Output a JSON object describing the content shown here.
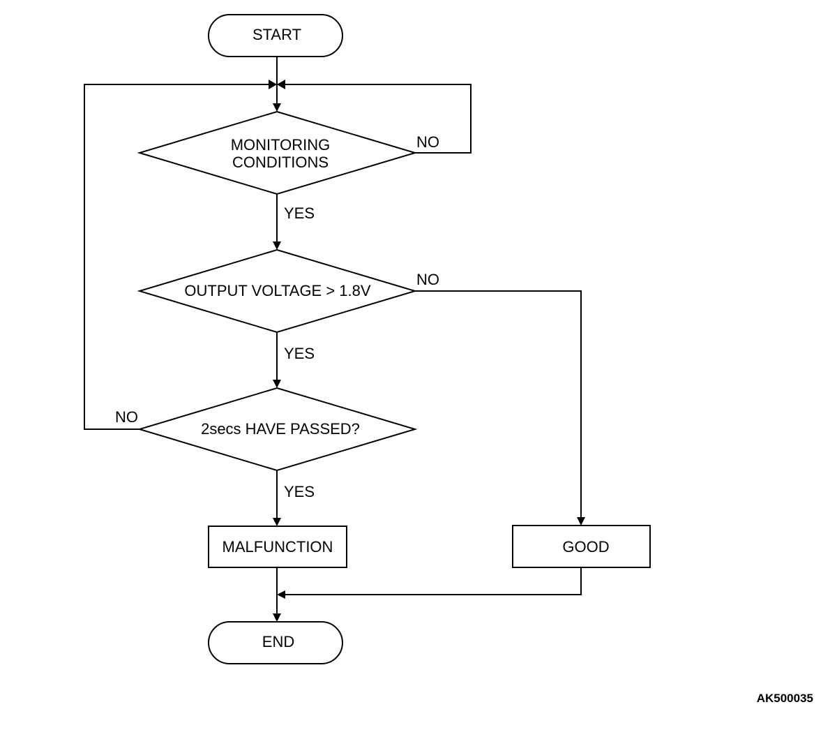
{
  "nodes": {
    "start": "START",
    "monitoring_line1": "MONITORING",
    "monitoring_line2": "CONDITIONS",
    "voltage": "OUTPUT VOLTAGE > 1.8V",
    "timer": "2secs HAVE PASSED?",
    "malfunction": "MALFUNCTION",
    "good": "GOOD",
    "end": "END"
  },
  "edges": {
    "monitoring_no": "NO",
    "monitoring_yes": "YES",
    "voltage_no": "NO",
    "voltage_yes": "YES",
    "timer_no": "NO",
    "timer_yes": "YES"
  },
  "figure_code": "AK500035"
}
